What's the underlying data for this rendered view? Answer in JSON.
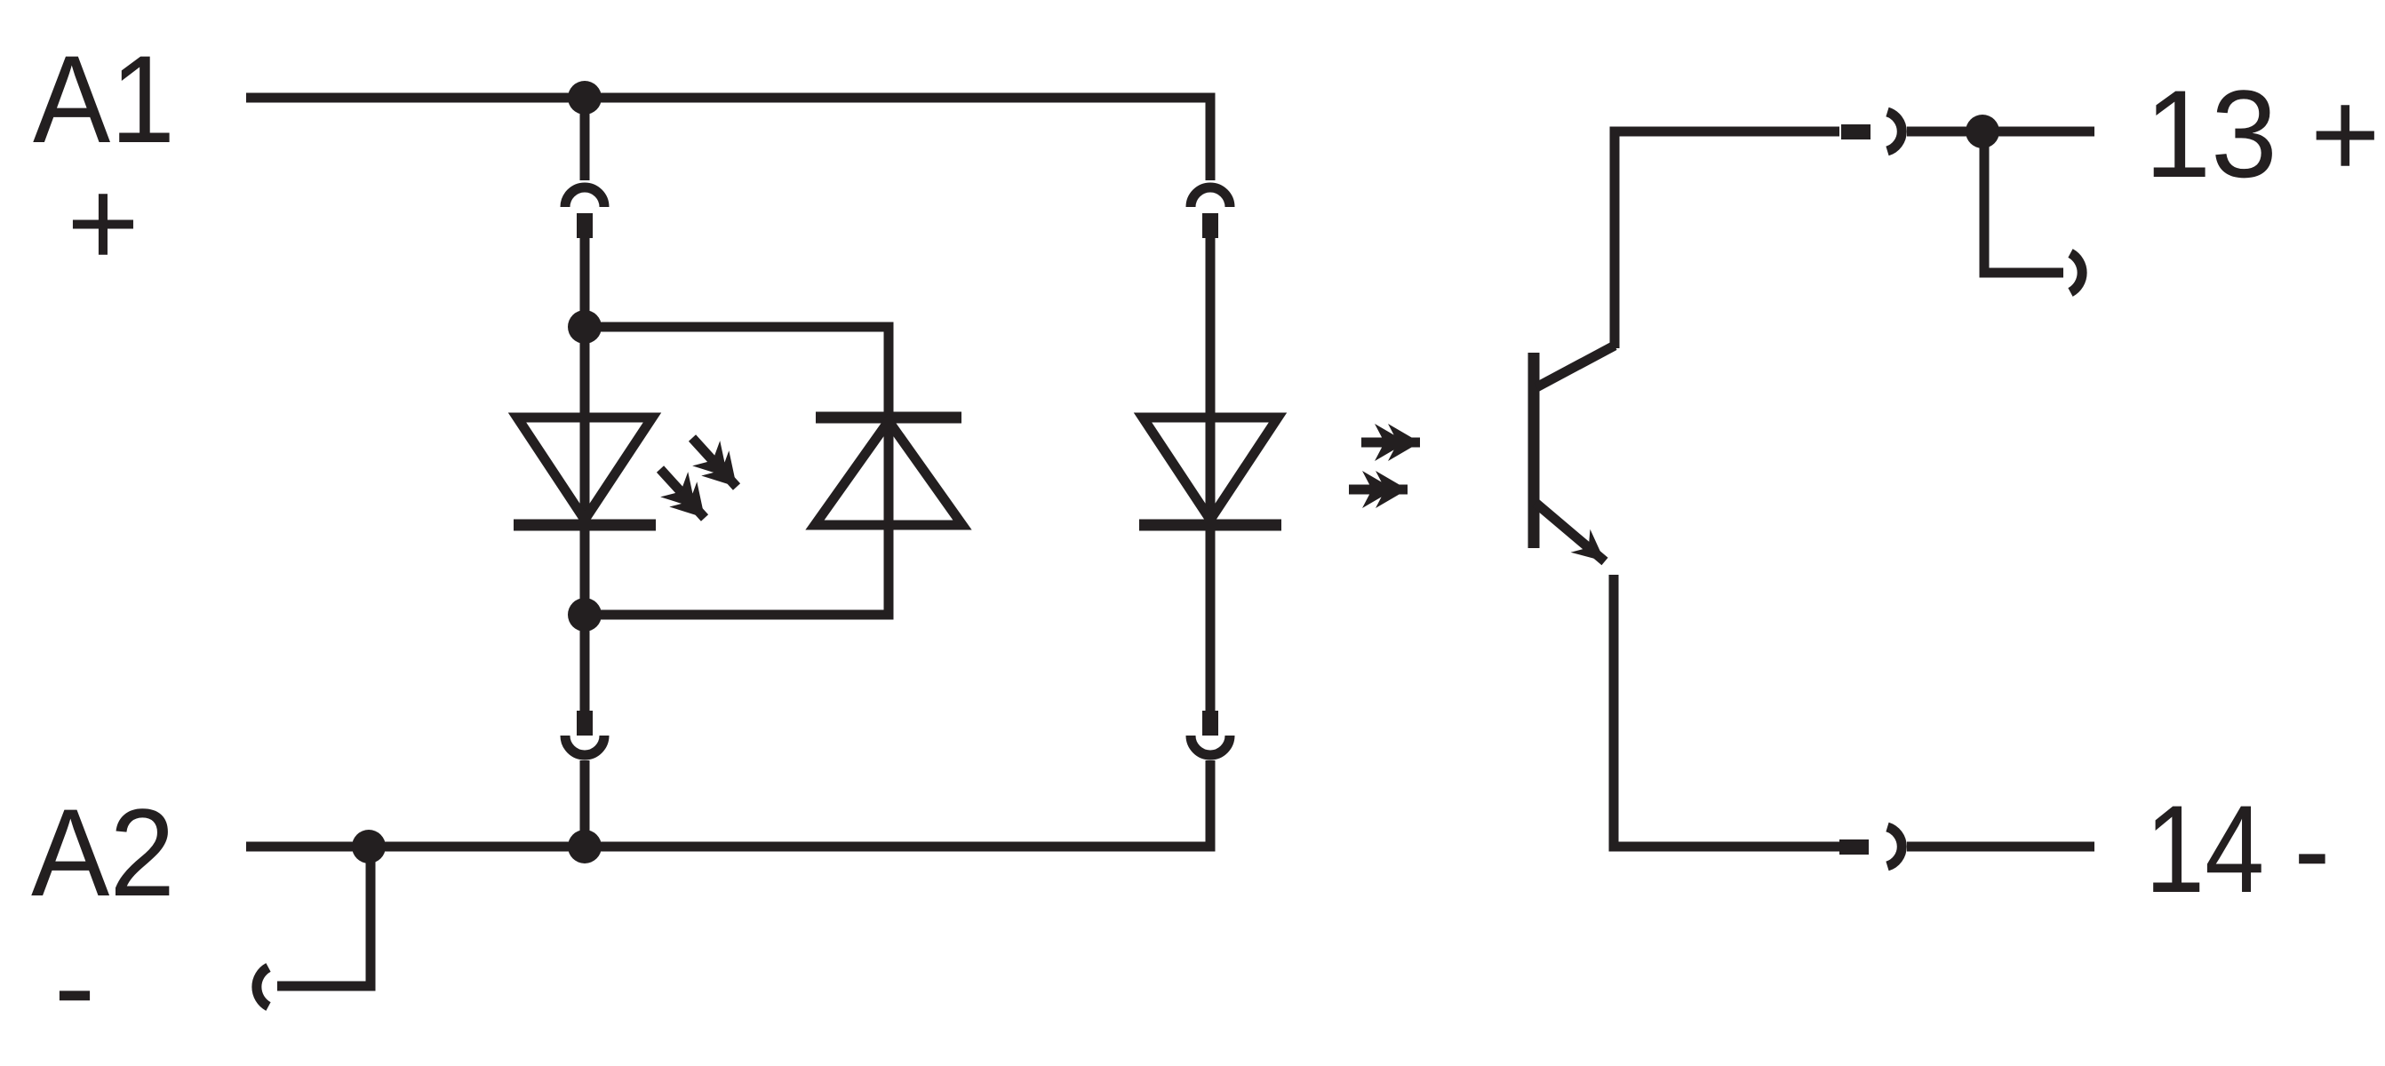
{
  "diagram": {
    "type": "optocoupler-relay-module-schematic",
    "background_color": "#ffffff",
    "ink_color": "#231f20",
    "labels": {
      "a1": "A1",
      "a1_sign": "+",
      "a2": "A2",
      "a2_sign": "-",
      "out13": "13 +",
      "out14": "14 -"
    },
    "symbols": {
      "status_led": "led-diode-with-emission-arrows-icon",
      "protection_diode": "reverse-parallel-diode-icon",
      "emitter_led": "optocoupler-emitter-led-icon",
      "output_transistor": "npn-phototransistor-icon",
      "plug_connection": "plug-in-clamp-connector-icon",
      "socket_stub": "test-socket-arc-icon",
      "junction": "wire-junction-dot"
    }
  }
}
